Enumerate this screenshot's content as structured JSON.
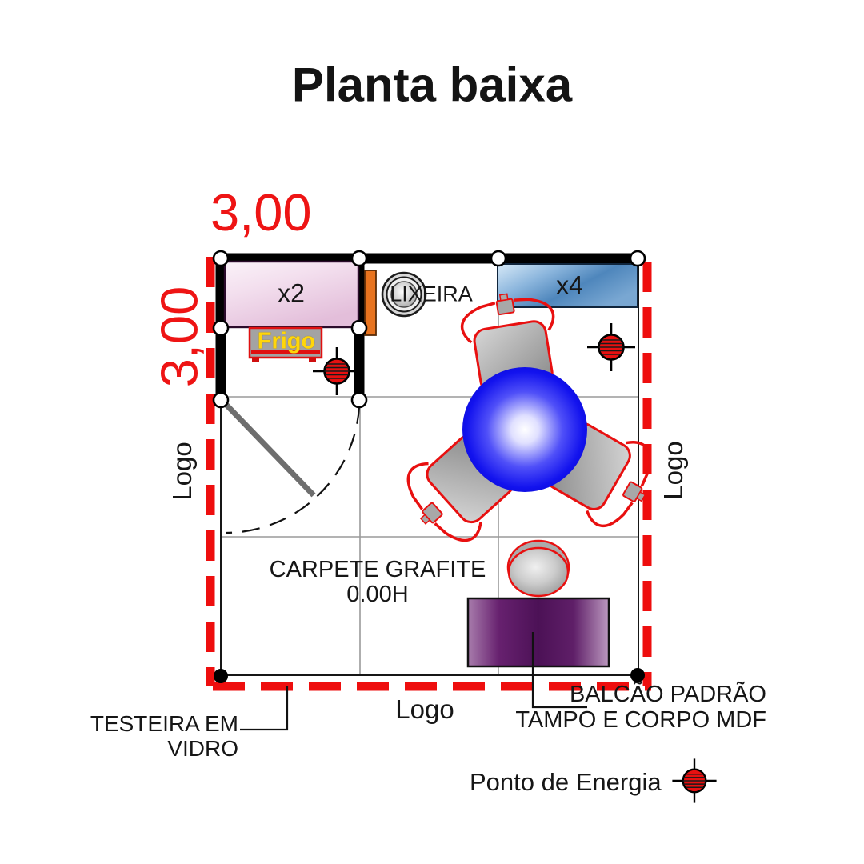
{
  "title": "Planta baixa",
  "dimensions": {
    "top": "3,00",
    "left": "3,00"
  },
  "furniture": {
    "counter_x2_label": "x2",
    "frigo_label": "Frigo",
    "lixeira_label": "LIXEIRA",
    "shelf_x4_label": "x4"
  },
  "floor": {
    "carpet_line1": "CARPETE GRAFITE",
    "carpet_line2": "0.00H"
  },
  "logos": {
    "left": "Logo",
    "right": "Logo",
    "bottom": "Logo"
  },
  "callouts": {
    "testeira_line1": "TESTEIRA EM",
    "testeira_line2": "VIDRO",
    "balcao_line1": "BALCÃO PADRÃO",
    "balcao_line2": "TAMPO E CORPO MDF"
  },
  "legend": {
    "energy_label": "Ponto de Energia"
  },
  "colors": {
    "dimension_red": "#ee1414",
    "dashed_border_red": "#ee0e0e",
    "chair_outline_red": "#e81010",
    "table_blue": "#1414e6",
    "shelf_blue": "#4e87bd",
    "counter_pink": "#e9c7e0",
    "balcao_purple": "#4c1156",
    "frigo_yellow": "#ffd60a",
    "panel_orange": "#e8731e",
    "wall_black": "#000000",
    "grid_gray": "#9a9a9a"
  }
}
